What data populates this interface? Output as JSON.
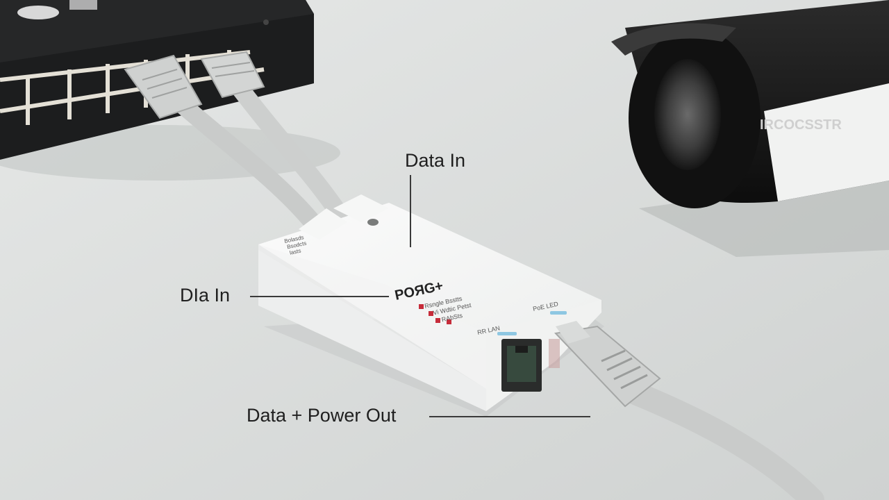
{
  "callouts": {
    "data_in_top": "Data In",
    "data_in_left": "DIa In",
    "data_power_out": "Data + Power Out"
  },
  "device": {
    "brand_text": "POЯG+",
    "label_lines": [
      "Rsngle Bsstts",
      "Vi Wdtic Petst",
      "RAbSts"
    ],
    "port_label_left": "RR LAN",
    "port_label_right": "PoE LED",
    "corner_text": [
      "Bolasds",
      "Bsodcts",
      "lasts"
    ]
  },
  "camera": {
    "brand_text": "IRCOCSSTR"
  },
  "colors": {
    "background": "#d9dcdb",
    "device_body": "#f3f4f3",
    "switch_body": "#1c1d1e",
    "cable": "#c9cbca",
    "camera_body": "#181818",
    "accent_red": "#c62c3a",
    "led_blue": "#8ec7e2"
  }
}
